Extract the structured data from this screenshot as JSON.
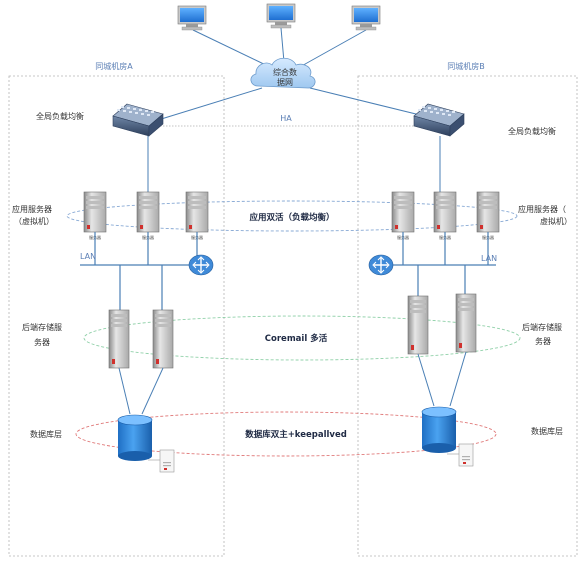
{
  "rooms": {
    "a_title": "同城机房A",
    "b_title": "同城机房B"
  },
  "cloud_label": [
    "综合数",
    "据网"
  ],
  "ha_label": "HA",
  "left_labels": {
    "lb": "全局负载均衡",
    "app": [
      "应用服务器",
      "（虚拟机）"
    ],
    "storage": [
      "后端存储服",
      "务器"
    ],
    "db": "数据库层"
  },
  "right_labels": {
    "lb": "全局负载均衡",
    "app": [
      "应用服务器（",
      "虚拟机）"
    ],
    "storage": [
      "后端存储服",
      "务器"
    ],
    "db": "数据库层"
  },
  "center_labels": {
    "app": "应用双活（负载均衡）",
    "storage": "Coremail 多活",
    "db": "数据库双主+keepallved"
  },
  "lan_label": "LAN",
  "server_caption": "服务器",
  "colors": {
    "line": "#4a7fb5",
    "dashed_blue": "#86a8d4",
    "dashed_green": "#8fd0a8",
    "dashed_red": "#e07a7a",
    "dashed_gray": "#b0b0b0",
    "cylinder": "#2e7fd6"
  }
}
